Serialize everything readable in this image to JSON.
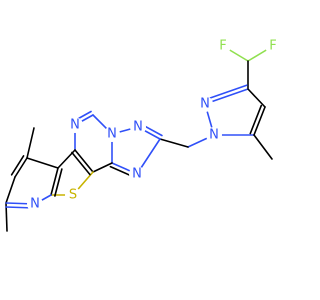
{
  "molecule": {
    "atoms": {
      "F1": "F",
      "F2": "F",
      "N_pz2": "N",
      "N_pz1": "N",
      "N_tz_top": "N",
      "N_tz_bridge": "N",
      "N_tz_low": "N",
      "N_pyrim": "N",
      "S_thio": "S",
      "N_pyr": "N"
    },
    "colors": {
      "carbon": "#000000",
      "nitrogen": "#3050F8",
      "sulfur": "#C8B400",
      "fluorine": "#90E050"
    }
  }
}
